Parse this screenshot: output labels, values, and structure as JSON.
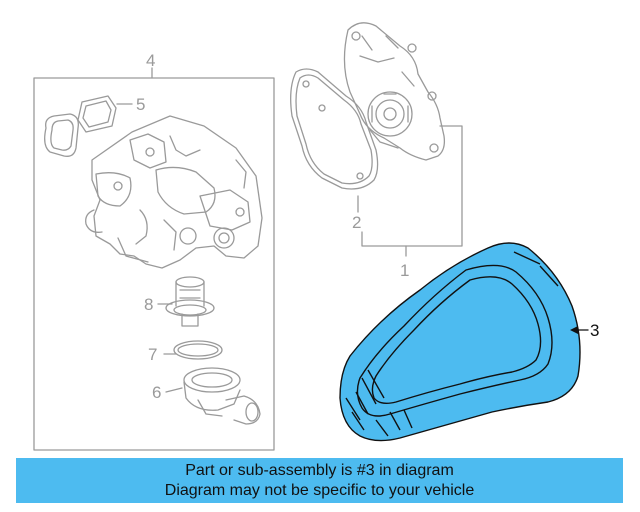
{
  "diagram": {
    "callouts": {
      "c1": "1",
      "c2": "2",
      "c3": "3",
      "c4": "4",
      "c5": "5",
      "c6": "6",
      "c7": "7",
      "c8": "8"
    },
    "highlight_color": "#4dbbf0",
    "line_color": "#9a9a9a"
  },
  "banner": {
    "line1": "Part or sub-assembly is #3 in diagram",
    "line2": "Diagram may not be specific to your vehicle",
    "background": "#4dbbf0"
  }
}
